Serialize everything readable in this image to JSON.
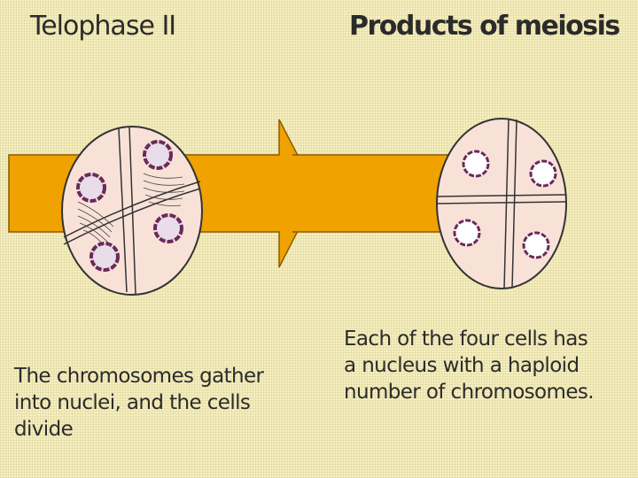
{
  "telophase": {
    "title": "Telophase II",
    "caption_lines": [
      "The chromosomes gather",
      "into nuclei, and the cells",
      "divide"
    ]
  },
  "products": {
    "title": "Products of meiosis",
    "caption_lines": [
      "Each of the four cells has",
      "a nucleus with a haploid",
      "number of chromosomes."
    ]
  },
  "colors": {
    "background": "#f6efbf",
    "arrow": "#f0a200",
    "cell_fill": "#f8e2d8",
    "nucleus_border": "#6a2a5a",
    "outline": "#333333"
  }
}
